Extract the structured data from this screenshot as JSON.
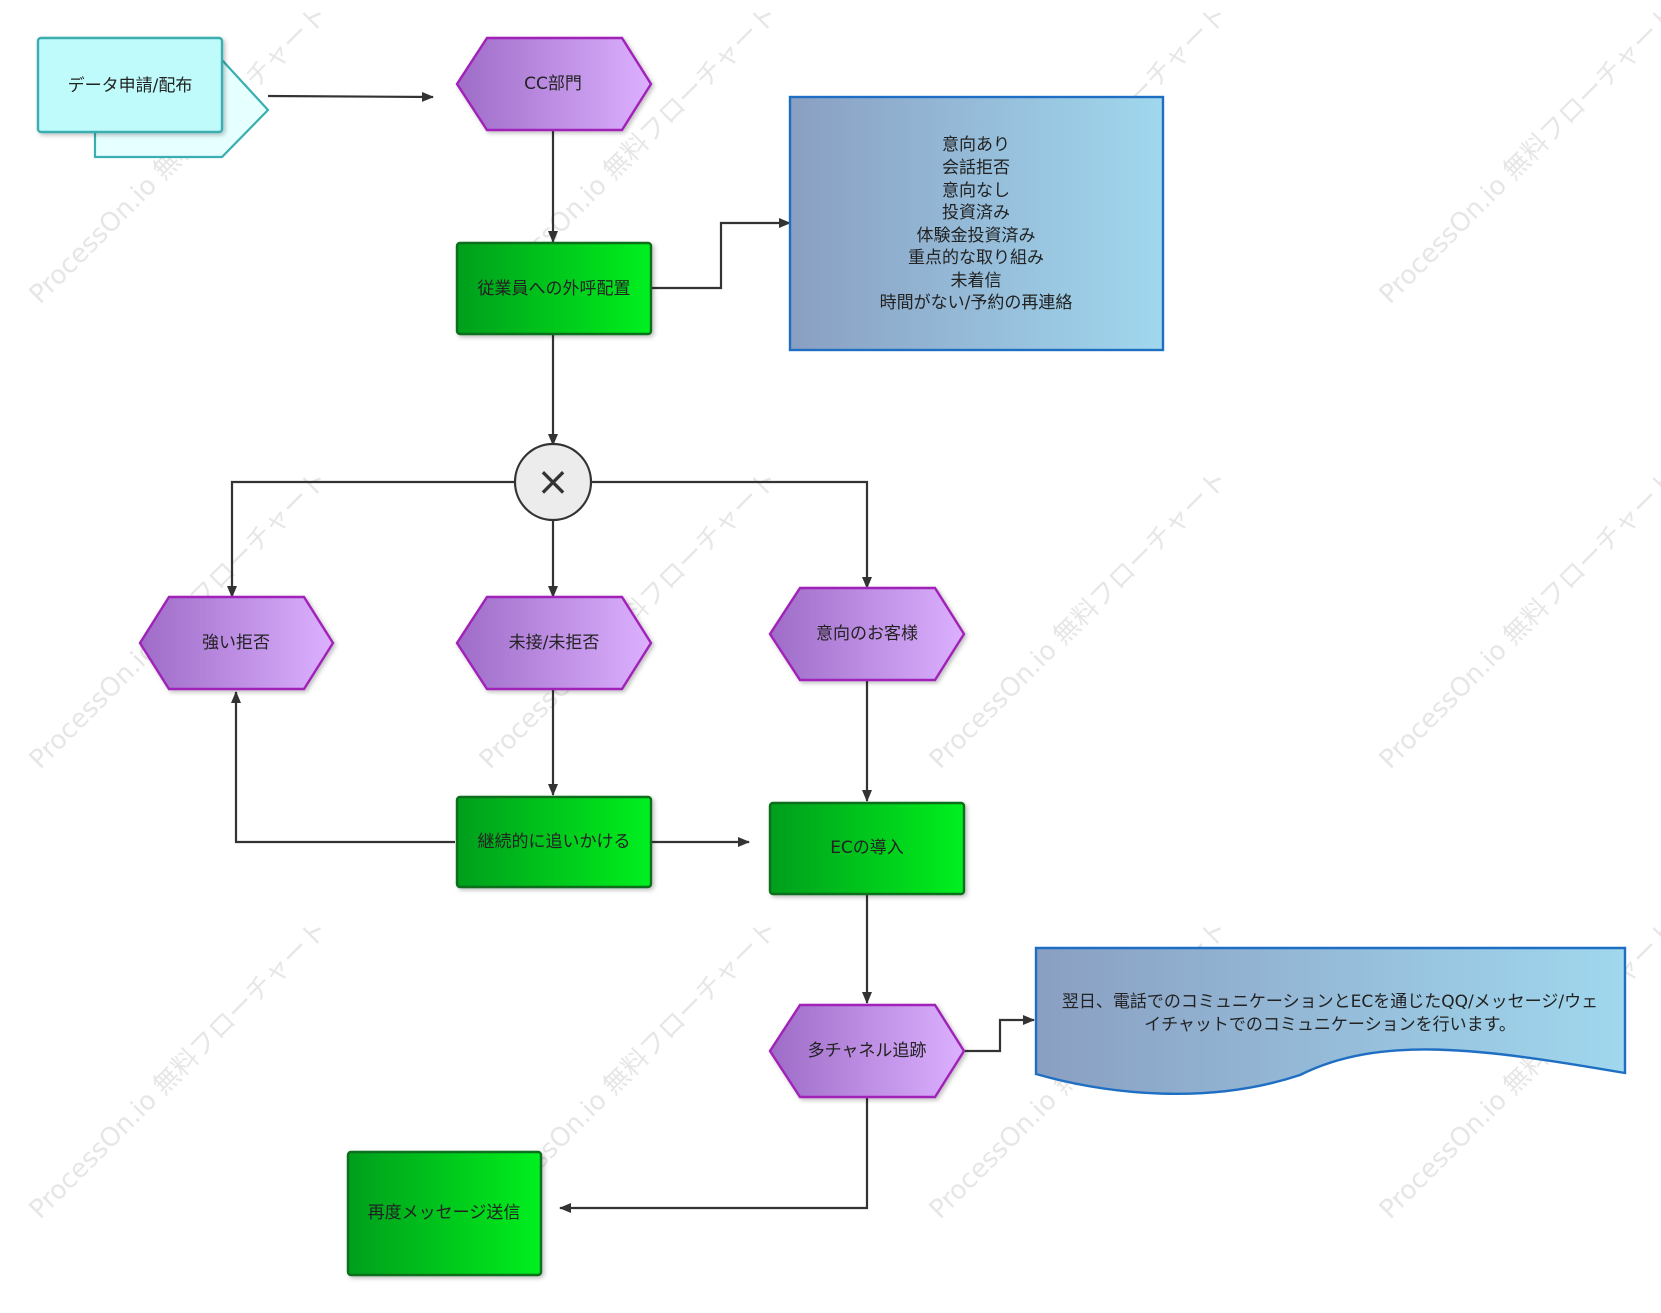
{
  "watermark": "ProcessOn.io 無料フローチャート",
  "colors": {
    "hex_stroke": "#a020b8",
    "hex_fill_start": "#9e6cc7",
    "hex_fill_end": "#dcb0ff",
    "rect_stroke": "#0d6e1a",
    "rect_fill_start": "#009e1a",
    "rect_fill_end": "#00f020",
    "note_stroke": "#1e6fc4",
    "note_fill_start": "#8a9fc2",
    "note_fill_end": "#a0d8ee",
    "data_stroke": "#3aaeb0",
    "data_fill": "#c0fbfb",
    "edge": "#333333"
  },
  "nodes": {
    "data_request": {
      "label": "データ申請/配布"
    },
    "cc_dept": {
      "label": "CC部門"
    },
    "outbound_assign": {
      "label": "従業員への外呼配置"
    },
    "outcome_list": {
      "lines": [
        "意向あり",
        "会話拒否",
        "意向なし",
        "投資済み",
        "体験金投資済み",
        "重点的な取り組み",
        "未着信",
        "時間がない/予約の再連絡"
      ]
    },
    "xor_gateway": {
      "symbol": "×"
    },
    "strong_refusal": {
      "label": "強い拒否"
    },
    "no_contact": {
      "label": "未接/未拒否"
    },
    "interested_customer": {
      "label": "意向のお客様"
    },
    "continue_follow": {
      "label": "継続的に追いかける"
    },
    "ec_intro": {
      "label": "ECの導入"
    },
    "multichannel": {
      "label": "多チャネル追跡"
    },
    "next_day_note": {
      "lines": [
        "翌日、電話でのコミュニケーションとECを通じたQQ/メッセージ/ウェ",
        "イチャットでのコミュニケーションを行います。"
      ]
    },
    "resend": {
      "label": "再度メッセージ送信"
    }
  }
}
